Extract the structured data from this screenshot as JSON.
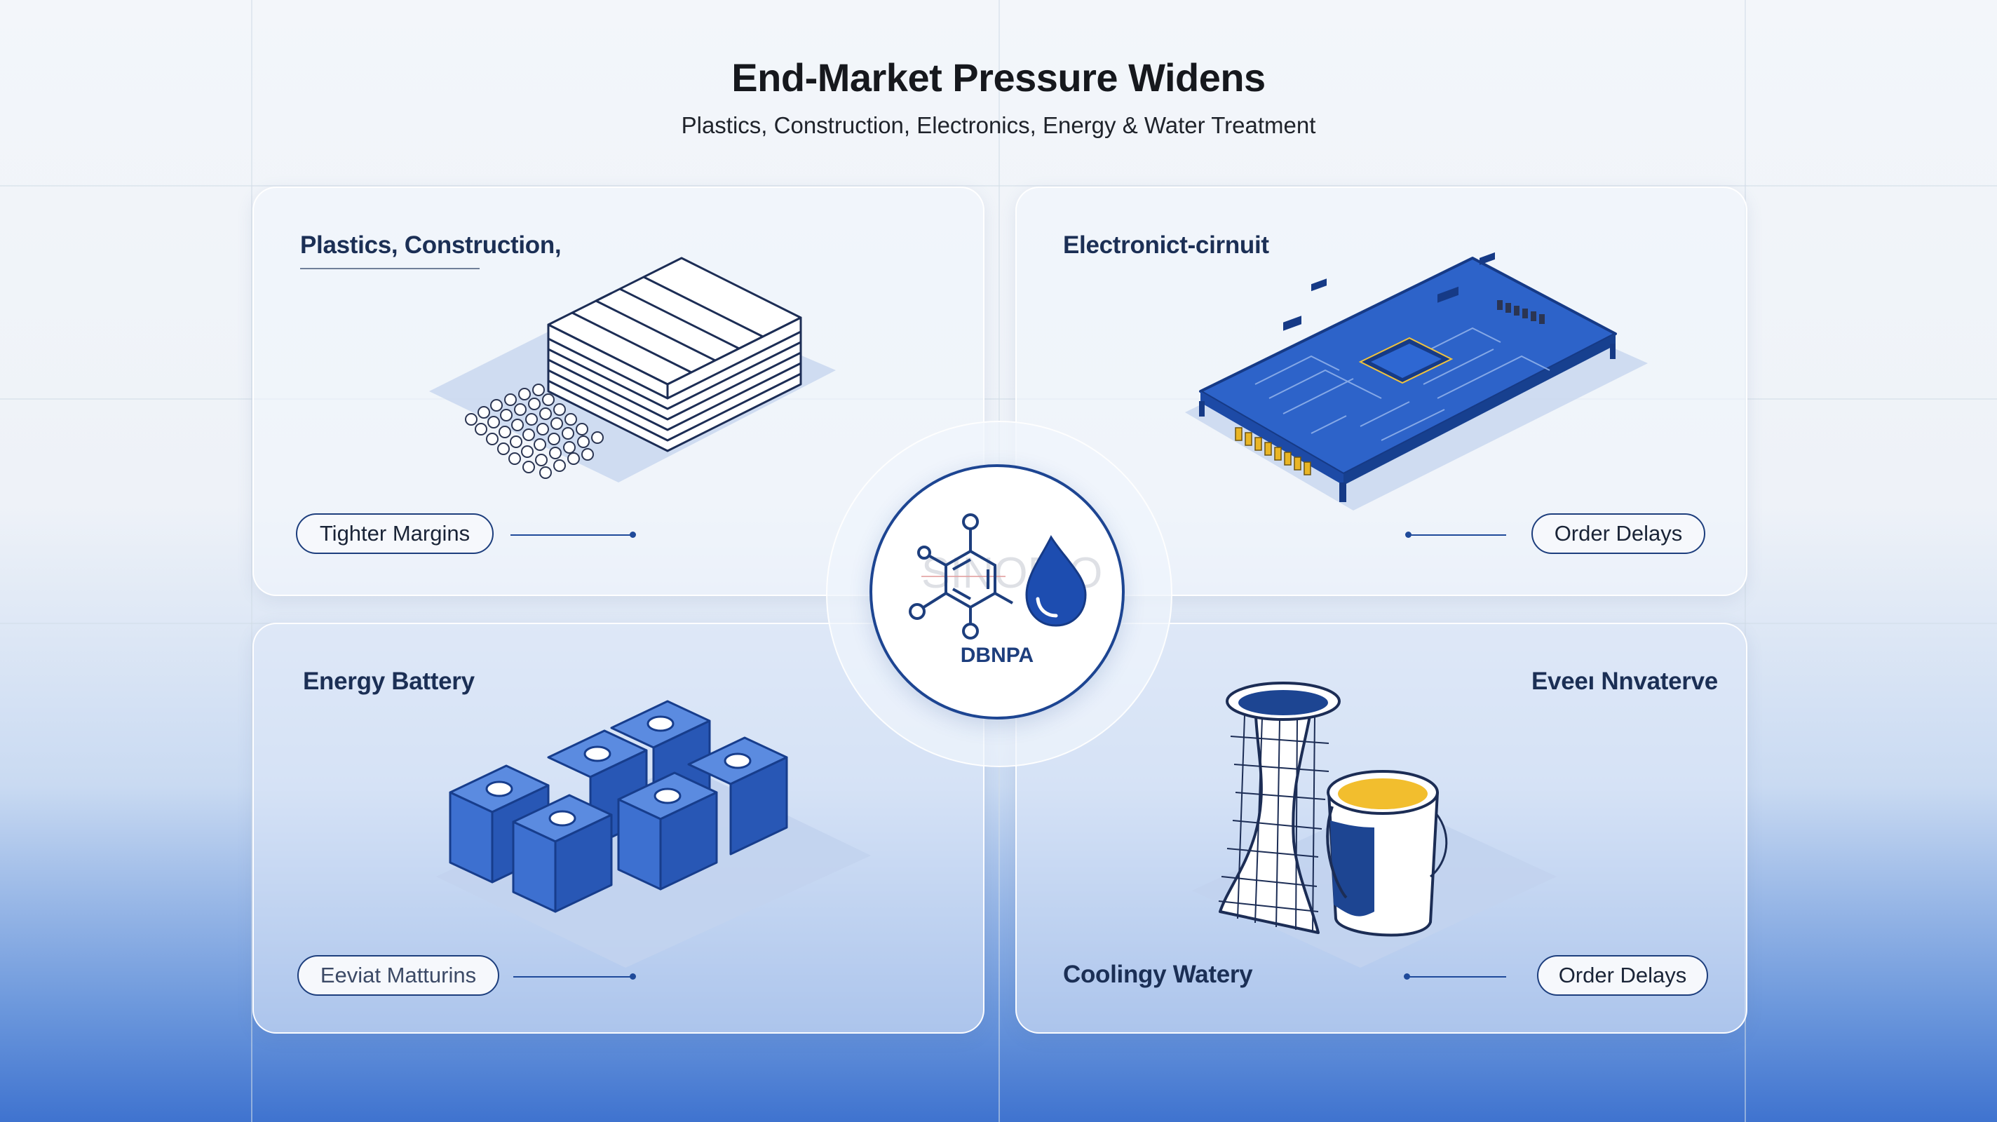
{
  "title": "End-Market Pressure Widens",
  "subtitle": "Plastics, Construction, Electronics, Energy & Water Treatment",
  "hub": {
    "label": "DBNPA",
    "watermark": "SINOBIO"
  },
  "quadrants": {
    "top_left": {
      "label": "Plastics, Construction,",
      "pill": "Tighter Margins",
      "icon": "plastic-sheets-pellets"
    },
    "top_right": {
      "label": "Electronict-cirnuit",
      "pill": "Order Delays",
      "icon": "circuit-board"
    },
    "bottom_left": {
      "label": "Energy Battery",
      "pill": "Eeviat Matturins",
      "icon": "battery-cells"
    },
    "bottom_right": {
      "label": "Eveeı Nnvaterve",
      "secondary_label": "Coolingy Watery",
      "pill": "Order Delays",
      "icon": "cooling-tower-bucket"
    }
  },
  "colors": {
    "accent": "#1d3e7d",
    "blue": "#2f63c8",
    "background_bottom": "#3f73cf",
    "paint": "#f2be2e"
  }
}
